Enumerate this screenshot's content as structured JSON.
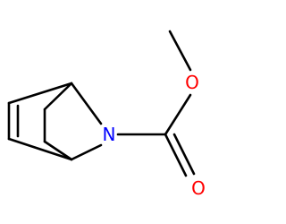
{
  "molecule": {
    "atoms": {
      "nitrogen": {
        "symbol": "N",
        "color": "#0000ff"
      },
      "carbonyl_oxygen": {
        "symbol": "O",
        "color": "#ff0000"
      },
      "ester_oxygen": {
        "symbol": "O",
        "color": "#ff0000"
      }
    },
    "bond_color": "#000000"
  }
}
